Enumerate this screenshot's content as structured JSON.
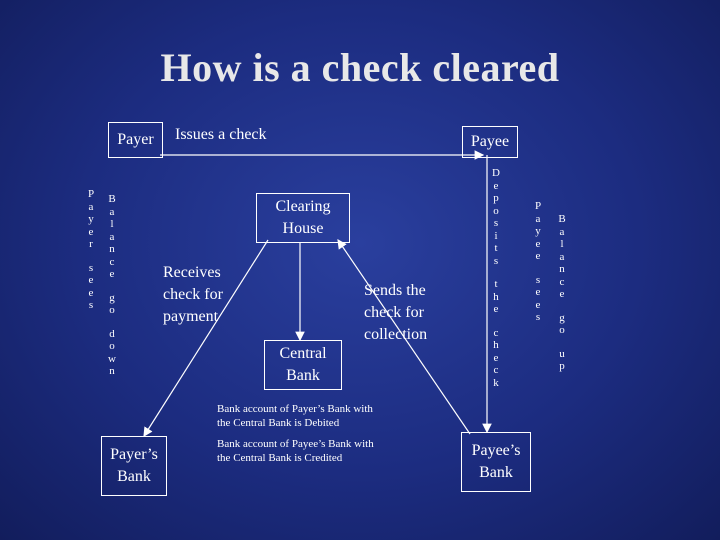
{
  "title": "How is a check cleared",
  "nodes": {
    "payer": "Payer",
    "payee": "Payee",
    "clearing_house": "Clearing House",
    "central_bank": "Central Bank",
    "payers_bank": "Payer’s Bank",
    "payees_bank": "Payee’s Bank"
  },
  "labels": {
    "issues_check": "Issues a check",
    "receives_check": "Receives check for payment",
    "sends_check": "Sends the check for collection",
    "debit_note": "Bank account of Payer’s Bank with the Central Bank is Debited",
    "credit_note": "Bank account of Payee’s Bank with the Central Bank is Credited"
  },
  "vertical_labels": {
    "payer_sees": "Payer sees",
    "balance_down": "Balance go down",
    "deposits_check": "Deposits the check",
    "payee_sees": "Payee sees",
    "balance_up": "Balance go up"
  }
}
